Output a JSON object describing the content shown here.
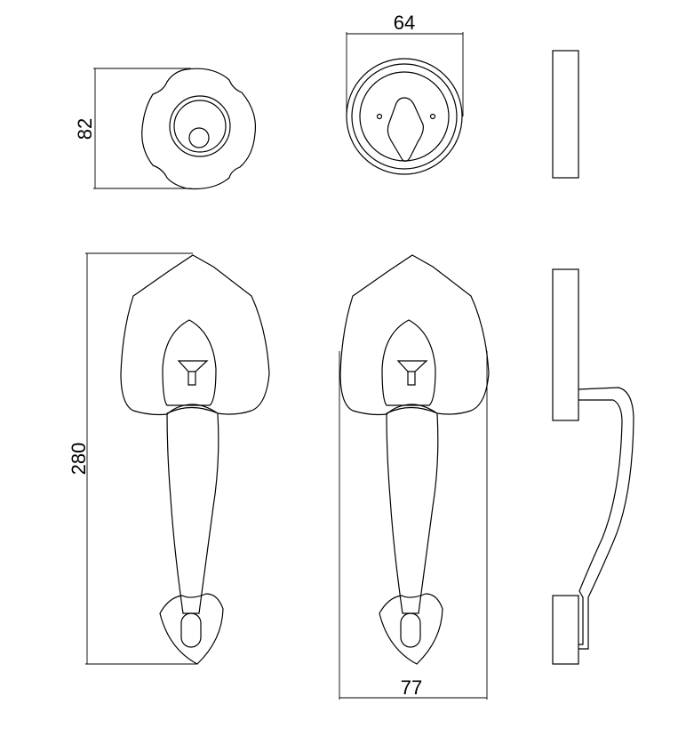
{
  "dimensions": {
    "deadbolt_height": "82",
    "deadbolt_diameter": "64",
    "handle_height": "280",
    "plate_width": "77"
  },
  "colors": {
    "line": "#000000",
    "background": "#ffffff"
  }
}
